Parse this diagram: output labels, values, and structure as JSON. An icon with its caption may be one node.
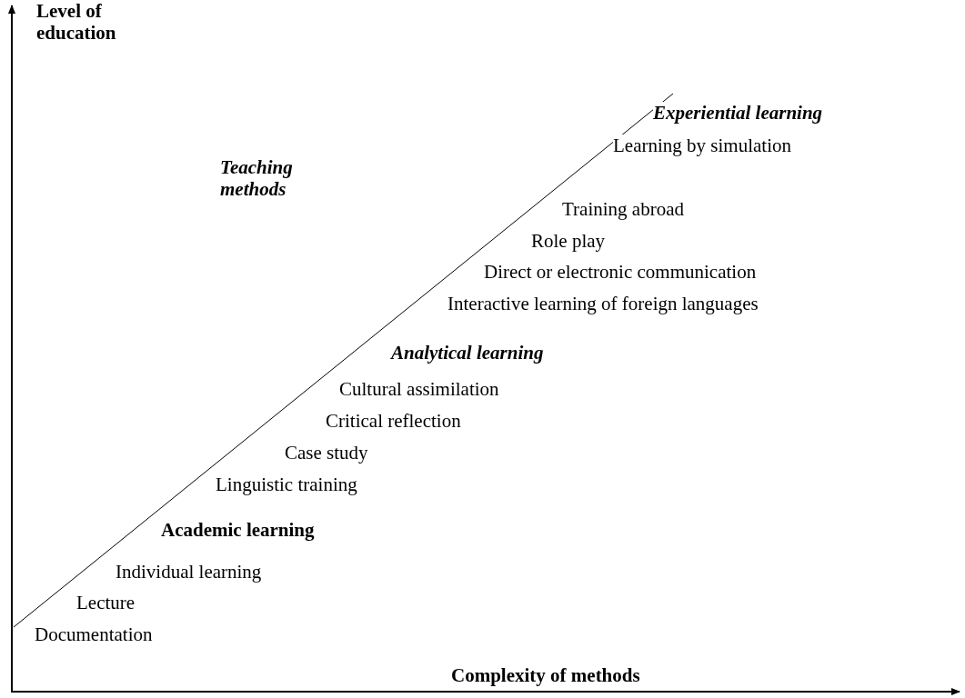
{
  "diagram": {
    "labels": [
      "Level of education",
      "Experiential learning",
      "Learning by simulation",
      "Teaching methods",
      "Training abroad",
      "Role play",
      "Direct or electronic communication",
      "Interactive learning of foreign languages",
      "Analytical learning",
      "Cultural assimilation",
      "Critical reflection",
      "Case study",
      "Linguistic training",
      "Academic learning",
      "Individual learning",
      "Lecture",
      "Documentation",
      "Complexity of methods"
    ]
  }
}
